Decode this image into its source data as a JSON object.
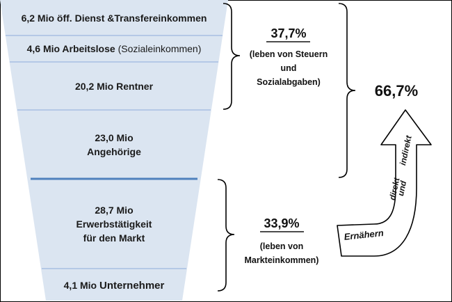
{
  "funnel": {
    "band1": "6,2 Mio öff. Dienst &Transfereinkommen",
    "band2_main": "4,6 Mio Arbeitslose",
    "band2_paren": "(Sozialeinkommen)",
    "band3": "20,2 Mio Rentner",
    "band4_line1": "23,0 Mio",
    "band4_line2": "Angehörige",
    "band5_line1": "28,7 Mio",
    "band5_line2": "Erwerbstätigkeit",
    "band5_line3": "für den Markt",
    "band6_amount": "4,1 Mio",
    "band6_label": "Unternehmer"
  },
  "upper_group": {
    "percent": "37,7%",
    "line1": "(leben von Steuern",
    "line2": "und",
    "line3": "Sozialabgaben)"
  },
  "lower_group": {
    "percent": "33,9%",
    "line1": "(leben von",
    "line2": "Markteinkommen)"
  },
  "total": {
    "percent": "66,7%"
  },
  "arrow": {
    "word1": "Ernähern",
    "word2": "direkt",
    "word3": "und",
    "word4": "indirekt"
  },
  "colors": {
    "funnel_fill": "#dbe5f1",
    "divider": "#8eaadb",
    "main_divider": "#4f81bd"
  }
}
